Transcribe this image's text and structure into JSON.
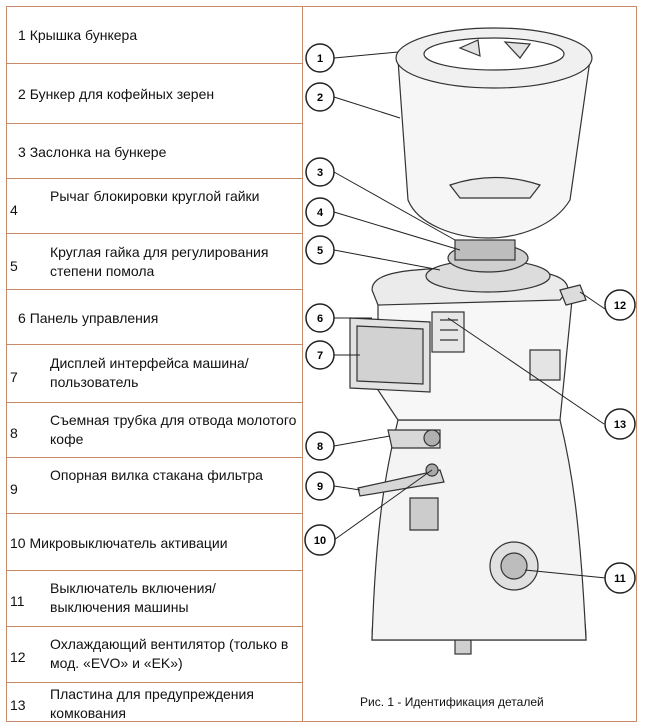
{
  "legend": [
    {
      "num": "1",
      "label": "Крышка бункера"
    },
    {
      "num": "2",
      "label": "Бункер для кофейных зерен"
    },
    {
      "num": "3",
      "label": "Заслонка на бункере"
    },
    {
      "num": "4",
      "label": "Рычаг блокировки круглой гайки"
    },
    {
      "num": "5",
      "label": "Круглая гайка для регулирования степени помола"
    },
    {
      "num": "6",
      "label": "Панель управления"
    },
    {
      "num": "7",
      "label": "Дисплей интерфейса машина/ пользователь"
    },
    {
      "num": "8",
      "label": "Съемная трубка для отвода молотого кофе"
    },
    {
      "num": "9",
      "label": "Опорная вилка стакана фильтра"
    },
    {
      "num": "10",
      "label": "Микровыключатель активации"
    },
    {
      "num": "11",
      "label": "Выключатель включения/ выключения машины"
    },
    {
      "num": "12",
      "label": "Охлаждающий вентилятор (только в мод. «EVO» и «EK»)"
    },
    {
      "num": "13",
      "label": "Пластина для предупреждения комкования"
    }
  ],
  "figure": {
    "callouts": [
      "1",
      "2",
      "3",
      "4",
      "5",
      "6",
      "7",
      "8",
      "9",
      "10",
      "11",
      "12",
      "13"
    ],
    "caption": "Рис. 1   - Идентификация деталей"
  },
  "colors": {
    "border": "#c98a6a",
    "line": "#222222"
  }
}
